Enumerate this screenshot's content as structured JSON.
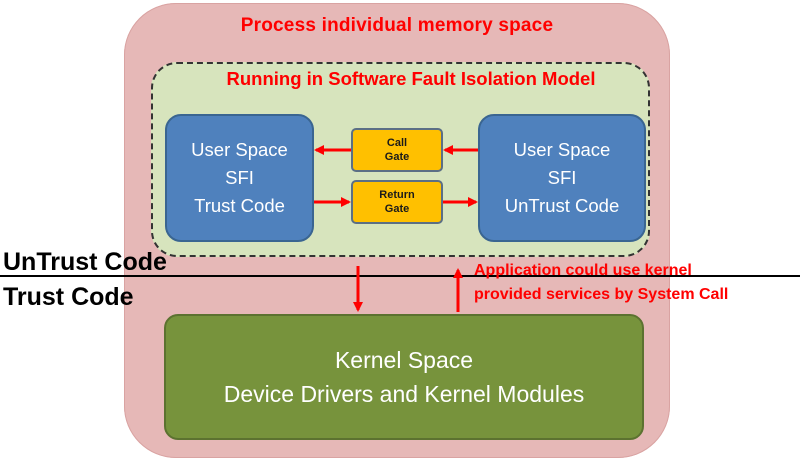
{
  "process_title": "Process individual memory space",
  "sfi_title": "Running in Software Fault Isolation Model",
  "trust_box": {
    "line1": "User Space",
    "line2": "SFI",
    "line3": "Trust Code"
  },
  "untrust_box": {
    "line1": "User Space",
    "line2": "SFI",
    "line3": "UnTrust Code"
  },
  "call_gate": {
    "line1": "Call",
    "line2": "Gate"
  },
  "return_gate": {
    "line1": "Return",
    "line2": "Gate"
  },
  "kernel_box": {
    "line1": "Kernel Space",
    "line2": "Device Drivers and Kernel Modules"
  },
  "untrust_label": "UnTrust Code",
  "trust_label": "Trust Code",
  "syscall_note": {
    "line1": "Application could use kernel",
    "line2": "provided services by System Call"
  },
  "colors": {
    "process_region": "#e6b8b7",
    "sfi_region": "#d7e4bd",
    "code_box": "#4f81bd",
    "gate": "#ffc000",
    "kernel_box": "#77933c",
    "arrow": "#ff0000",
    "title_text": "#ff0000"
  }
}
